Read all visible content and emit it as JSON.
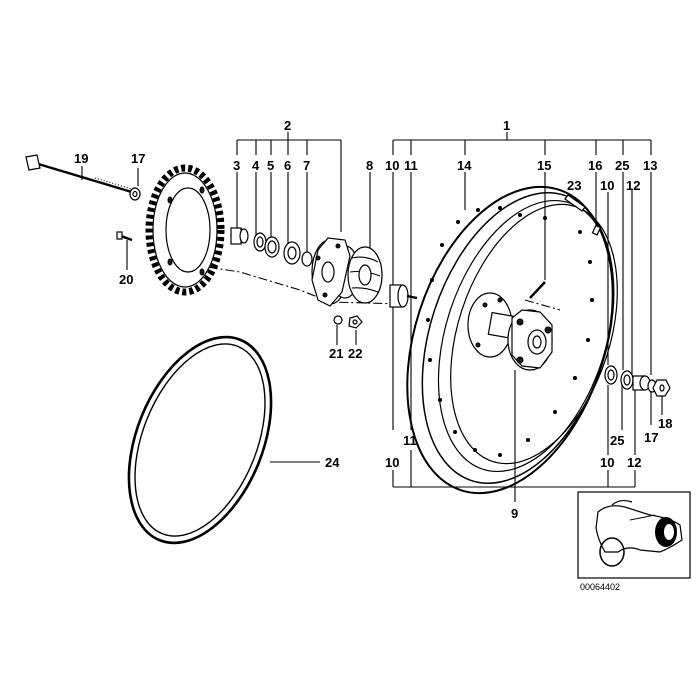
{
  "diagram": {
    "reference_number": "00064402",
    "callouts": {
      "c1": "1",
      "c2": "2",
      "c3": "3",
      "c4": "4",
      "c5": "5",
      "c6": "6",
      "c7": "7",
      "c8": "8",
      "c10_top": "10",
      "c11_top": "11",
      "c14": "14",
      "c15": "15",
      "c16": "16",
      "c25_top": "25",
      "c13": "13",
      "c23": "23",
      "c10_right": "10",
      "c12_top": "12",
      "c19": "19",
      "c17_top": "17",
      "c20": "20",
      "c21": "21",
      "c22": "22",
      "c11_bot": "11",
      "c10_bot": "10",
      "c25_bot": "25",
      "c10_bot_r": "10",
      "c12_bot": "12",
      "c18": "18",
      "c17_bot": "17",
      "c24": "24",
      "c9": "9"
    }
  }
}
